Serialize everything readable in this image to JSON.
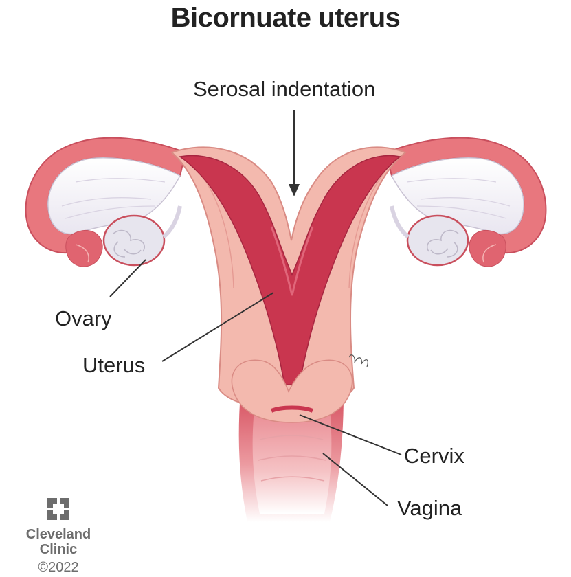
{
  "title": "Bicornuate uterus",
  "labels": {
    "serosal": "Serosal indentation",
    "ovary": "Ovary",
    "uterus": "Uterus",
    "cervix": "Cervix",
    "vagina": "Vagina"
  },
  "brand": {
    "name_line1": "Cleveland",
    "name_line2": "Clinic",
    "copyright": "©2022"
  },
  "colors": {
    "tube": "#e8777e",
    "wall": "#f3b9ae",
    "cavity": "#c9364f",
    "ovary": "#e7e5ee",
    "text": "#222222"
  }
}
